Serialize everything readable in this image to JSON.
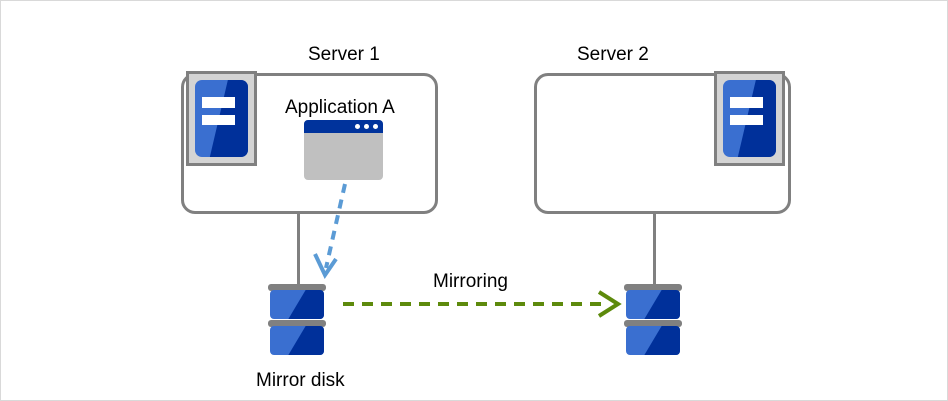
{
  "diagram": {
    "title_server1": "Server 1",
    "title_server2": "Server 2",
    "app_label": "Application  A",
    "disk_label": "Mirror disk",
    "mirroring_label": "Mirroring",
    "colors": {
      "frame_border": "#d9d9d9",
      "box_border": "#808080",
      "icon_frame_fill": "#d4d4d4",
      "icon_blue_light": "#3a6fd0",
      "icon_blue_dark": "#00309a",
      "window_titlebar": "#00339c",
      "window_body": "#c0c0c0",
      "disk_plate": "#808080",
      "write_arrow": "#5b9bd5",
      "mirroring_arrow": "#5d8a0c",
      "text": "#000000"
    },
    "icons": {
      "machine": "server-machine-icon",
      "window": "application-window-icon",
      "disk": "disk-stack-icon",
      "write_arrow": "dashed-arrow-down-icon",
      "mirroring_arrow": "dashed-arrow-right-icon"
    }
  }
}
